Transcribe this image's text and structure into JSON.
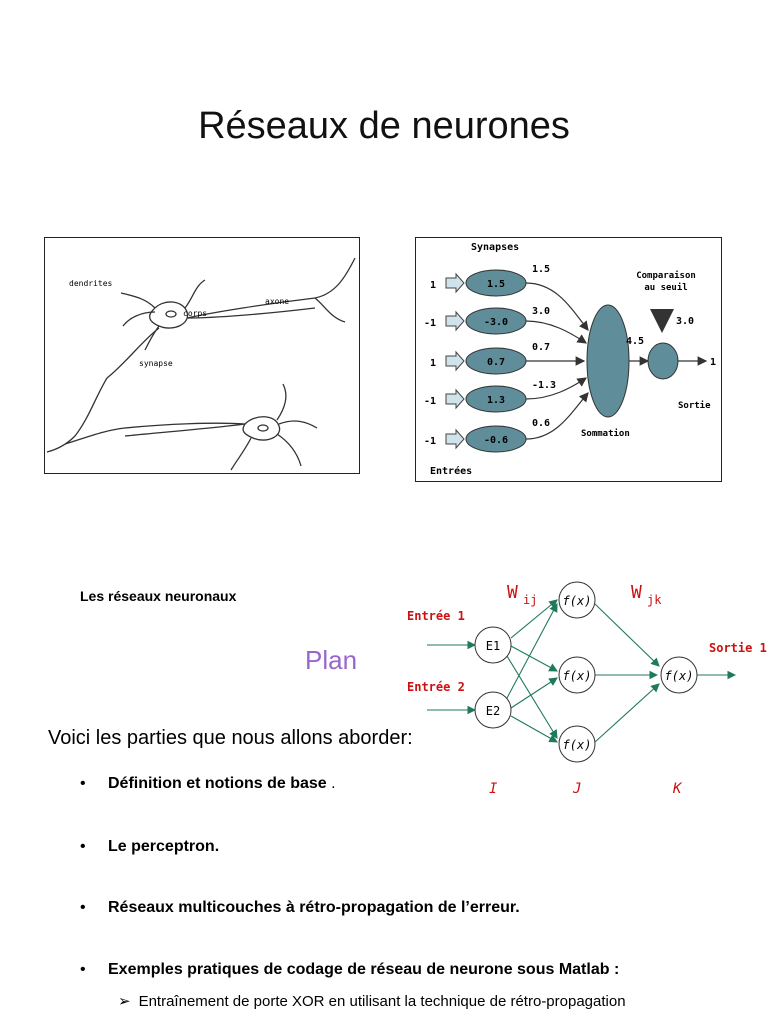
{
  "title": "Réseaux de neurones",
  "neuron_figure": {
    "dendrites": "dendrites",
    "corps": "corps",
    "axone": "axone",
    "synapse": "synapse"
  },
  "perceptron_figure": {
    "synapses_label": "Synapses",
    "entrees_label": "Entrées",
    "inputs": [
      "1",
      "-1",
      "1",
      "-1",
      "-1"
    ],
    "weights": [
      "1.5",
      "-3.0",
      "0.7",
      "1.3",
      "-0.6"
    ],
    "products": [
      "1.5",
      "3.0",
      "0.7",
      "-1.3",
      "0.6"
    ],
    "sum_value": "4.5",
    "sommation_label": "Sommation",
    "comparaison_line1": "Comparaison",
    "comparaison_line2": "au seuil",
    "threshold": "3.0",
    "output": "1",
    "sortie_label": "Sortie"
  },
  "mlp_figure": {
    "w_ij": "W",
    "w_ij_sub": "ij",
    "w_jk": "W",
    "w_jk_sub": "jk",
    "entree1": "Entrée 1",
    "entree2": "Entrée 2",
    "e1": "E1",
    "e2": "E2",
    "hidden_fn": "f(x)",
    "sortie1": "Sortie 1",
    "layer_i": "I",
    "layer_j": "J",
    "layer_k": "K",
    "colors": {
      "red": "#cc1111",
      "line": "#1f7a5a"
    }
  },
  "subtitle": "Les réseaux neuronaux",
  "plan": "Plan",
  "intro": "Voici les parties que nous allons aborder:",
  "bullets": [
    {
      "dot": "•",
      "text": "Définition et notions de base",
      "after": " ."
    },
    {
      "dot": "•",
      "text": "Le perceptron.",
      "after": ""
    },
    {
      "dot": "•",
      "text": "Réseaux multicouches à rétro-propagation de l’erreur.",
      "after": ""
    },
    {
      "dot": "•",
      "text": "Exemples pratiques de codage de réseau de neurone sous Matlab :",
      "after": ""
    }
  ],
  "sub_bullet": {
    "arrow": "➢",
    "text": "Entraînement de porte XOR en utilisant la technique de rétro-propagation"
  }
}
